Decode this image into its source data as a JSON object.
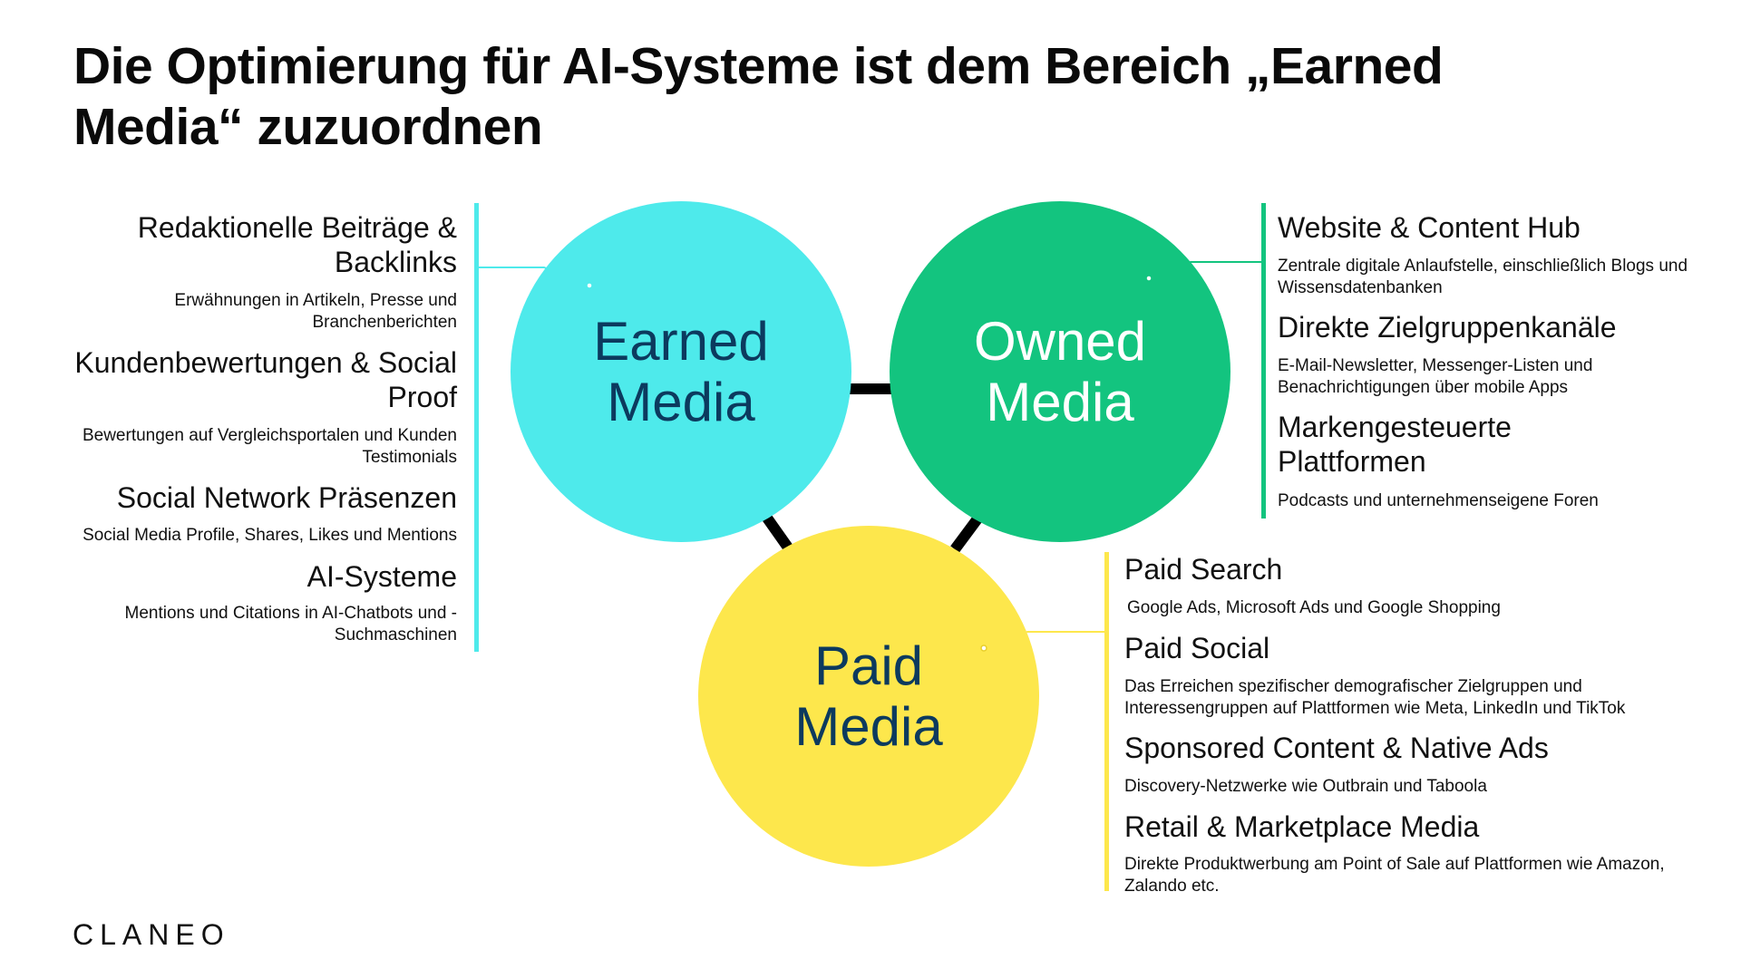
{
  "title": "Die Optimierung für AI-Systeme ist dem Bereich „Earned Media“ zuzuordnen",
  "colors": {
    "earned": "#4eeaeb",
    "owned": "#13c47f",
    "paid": "#fde74c",
    "text_dark": "#0c3a5e"
  },
  "circles": {
    "earned": "Earned\nMedia",
    "owned": "Owned\nMedia",
    "paid": "Paid\nMedia"
  },
  "earned_items": [
    {
      "heading": "Redaktionelle Beiträge & Backlinks",
      "desc": "Erwähnungen in Artikeln, Presse und Branchenberichten"
    },
    {
      "heading": "Kundenbewertungen & Social Proof",
      "desc": "Bewertungen auf Vergleichsportalen und Kunden Testimonials"
    },
    {
      "heading": "Social Network Präsenzen",
      "desc": "Social Media Profile, Shares, Likes und Mentions"
    },
    {
      "heading": "AI-Systeme",
      "desc": "Mentions und Citations in AI-Chatbots und -Suchmaschinen"
    }
  ],
  "owned_items": [
    {
      "heading": "Website & Content Hub",
      "desc": "Zentrale digitale Anlaufstelle, einschließlich Blogs und Wissensdatenbanken"
    },
    {
      "heading": "Direkte Zielgruppenkanäle",
      "desc": "E-Mail-Newsletter, Messenger-Listen und Benachrichtigungen über mobile Apps"
    },
    {
      "heading": "Markengesteuerte Plattformen",
      "desc": "Podcasts und unternehmenseigene Foren"
    }
  ],
  "paid_items": [
    {
      "heading": "Paid Search",
      "desc": "Google Ads, Microsoft Ads und Google Shopping"
    },
    {
      "heading": "Paid Social",
      "desc": "Das Erreichen spezifischer demografischer Zielgruppen und Interessengruppen auf Plattformen wie Meta, LinkedIn und TikTok"
    },
    {
      "heading": "Sponsored Content & Native Ads",
      "desc": "Discovery-Netzwerke wie Outbrain und Taboola"
    },
    {
      "heading": "Retail & Marketplace Media",
      "desc": "Direkte Produktwerbung am Point of Sale auf Plattformen wie Amazon, Zalando etc."
    }
  ],
  "logo": "CLANEO"
}
